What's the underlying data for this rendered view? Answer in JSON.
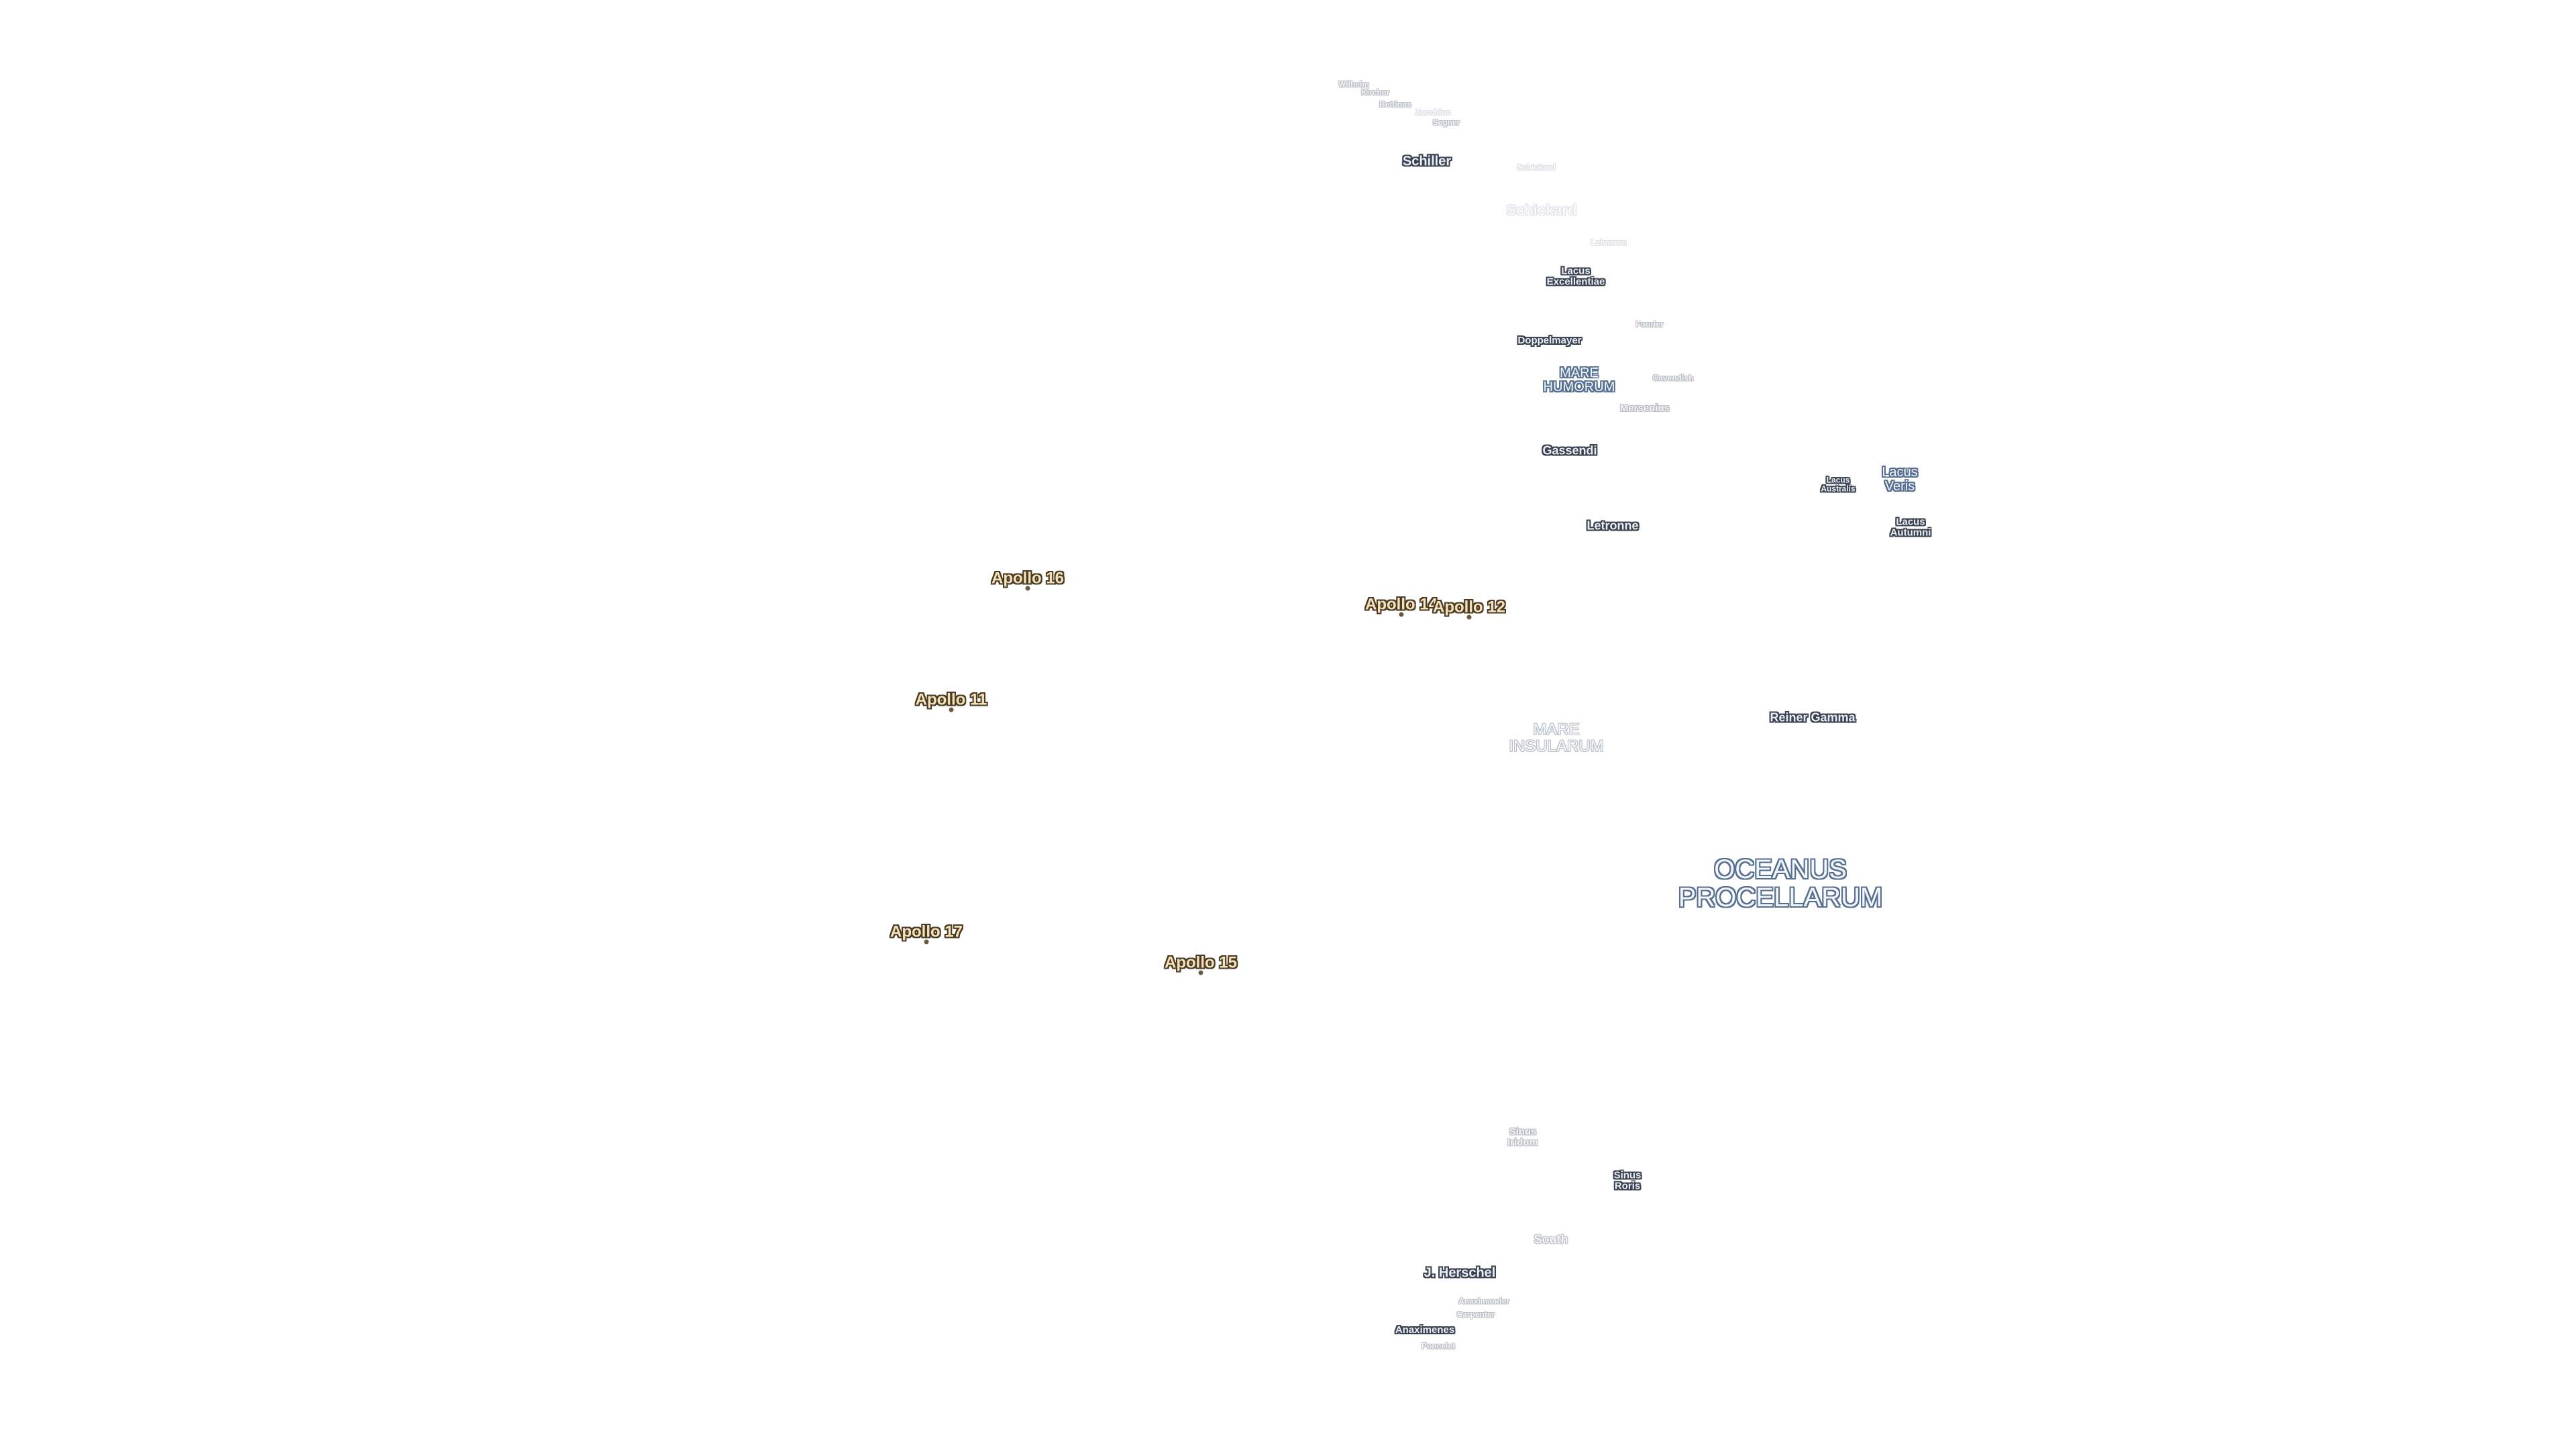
{
  "map": {
    "features": [
      {
        "id": "wilhelm",
        "name": "Wilhelm",
        "style": "faded"
      },
      {
        "id": "kircher",
        "name": "Kircher",
        "style": "faded"
      },
      {
        "id": "bettinus",
        "name": "Bettinus",
        "style": "faded"
      },
      {
        "id": "zucchius",
        "name": "Zucchius",
        "style": "vfaded"
      },
      {
        "id": "segner",
        "name": "Segner",
        "style": "faded"
      },
      {
        "id": "schiller",
        "name": "Schiller",
        "style": "feat"
      },
      {
        "id": "schickard-small",
        "name": "Schickard",
        "style": "vfaded"
      },
      {
        "id": "schickard",
        "name": "Schickard",
        "style": "vfaded"
      },
      {
        "id": "lehmann",
        "name": "Lehmann",
        "style": "vfaded"
      },
      {
        "id": "lacus-excellentiae",
        "name": "Lacus\nExcellentiae",
        "style": "feat"
      },
      {
        "id": "fourier",
        "name": "Fourier",
        "style": "faded"
      },
      {
        "id": "doppelmayer",
        "name": "Doppelmayer",
        "style": "feat"
      },
      {
        "id": "mare-humorum",
        "name": "MARE\nHUMORUM",
        "style": "sea"
      },
      {
        "id": "cavendish",
        "name": "Cavendish",
        "style": "faded"
      },
      {
        "id": "mersenius",
        "name": "Mersenius",
        "style": "faded"
      },
      {
        "id": "gassendi",
        "name": "Gassendi",
        "style": "feat"
      },
      {
        "id": "lacus-autumni-small",
        "name": "Lacus\nAustralis",
        "style": "feat"
      },
      {
        "id": "lacus-veris",
        "name": "Lacus\nVeris",
        "style": "sea"
      },
      {
        "id": "lacus-autumni",
        "name": "Lacus\nAutumni",
        "style": "feat"
      },
      {
        "id": "letronne",
        "name": "Letronne",
        "style": "feat"
      },
      {
        "id": "reiner-gamma",
        "name": "Reiner Gamma",
        "style": "feat"
      },
      {
        "id": "mare-insularum",
        "name": "MARE\nINSULARUM",
        "style": "sea-faded"
      },
      {
        "id": "oceanus-procellarum",
        "name": "OCEANUS\nPROCELLARUM",
        "style": "sea"
      },
      {
        "id": "sinus-iridum",
        "name": "Sinus\nIridum",
        "style": "faded"
      },
      {
        "id": "sinus-roris",
        "name": "Sinus\nRoris",
        "style": "feat"
      },
      {
        "id": "south",
        "name": "South",
        "style": "faded"
      },
      {
        "id": "j-herschel",
        "name": "J. Herschel",
        "style": "feat"
      },
      {
        "id": "anaximander",
        "name": "Anaximander",
        "style": "faded"
      },
      {
        "id": "carpenter",
        "name": "Carpenter",
        "style": "faded"
      },
      {
        "id": "anaximenes",
        "name": "Anaximenes",
        "style": "feat"
      },
      {
        "id": "poncelet",
        "name": "Poncelet",
        "style": "faded"
      }
    ],
    "landing_sites": [
      {
        "id": "apollo-16",
        "name": "Apollo 16"
      },
      {
        "id": "apollo-14",
        "name": "Apollo 14"
      },
      {
        "id": "apollo-12",
        "name": "Apollo 12"
      },
      {
        "id": "apollo-11",
        "name": "Apollo 11"
      },
      {
        "id": "apollo-17",
        "name": "Apollo 17"
      },
      {
        "id": "apollo-15",
        "name": "Apollo 15"
      }
    ]
  }
}
